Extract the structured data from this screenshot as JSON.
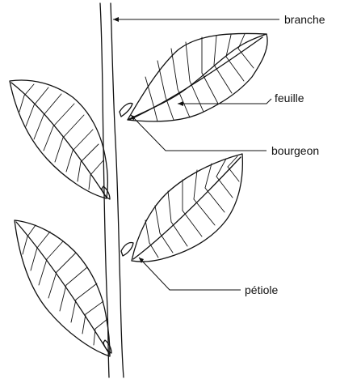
{
  "diagram": {
    "labels": {
      "branche": "branche",
      "feuille": "feuille",
      "bourgeon": "bourgeon",
      "petiole": "pétiole"
    },
    "colors": {
      "ink": "#111111",
      "background": "#ffffff"
    }
  }
}
